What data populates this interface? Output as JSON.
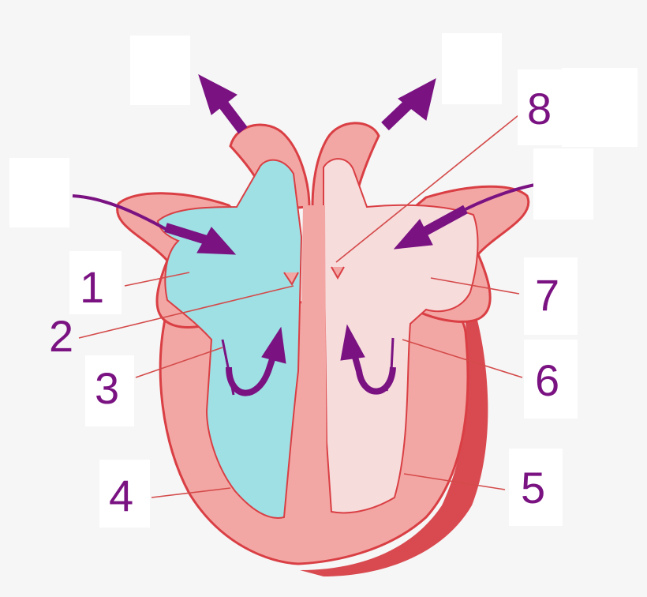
{
  "labels": [
    "1",
    "2",
    "3",
    "4",
    "5",
    "6",
    "7",
    "8"
  ],
  "colors": {
    "background": "#f6f6f6",
    "heart_wall": "#f3a7a4",
    "wall_outline": "#d93f44",
    "deoxygenated_blood": "#9fe0e4",
    "oxygenated_blood": "#f7dcdc",
    "flow_arrow": "#7a1282",
    "pointer_line": "#d44a4a",
    "label_text": "#7a1282"
  },
  "icons": {
    "flow_arrow": "arrow-icon"
  }
}
